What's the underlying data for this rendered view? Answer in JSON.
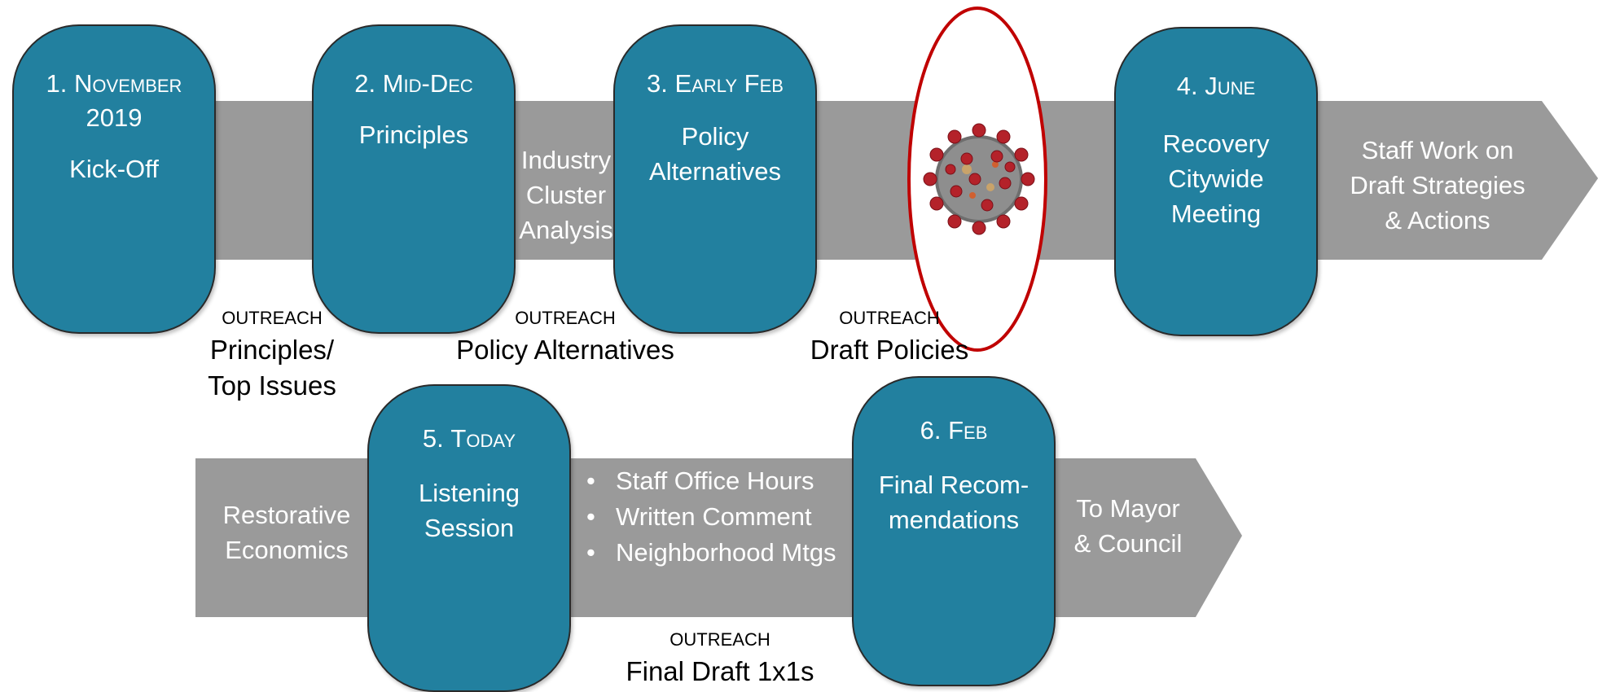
{
  "steps": [
    {
      "number": "1.",
      "heading": "November",
      "heading2": "2019",
      "body": "Kick-Off"
    },
    {
      "number": "2.",
      "heading": "Mid-Dec",
      "body": "Principles"
    },
    {
      "number": "3.",
      "heading": "Early Feb",
      "body_lines": [
        "Policy",
        "Alternatives"
      ]
    },
    {
      "number": "4.",
      "heading": "June",
      "body_lines": [
        "Recovery",
        "Citywide",
        "Meeting"
      ]
    },
    {
      "number": "5.",
      "heading": "Today",
      "body_lines": [
        "Listening",
        "Session"
      ]
    },
    {
      "number": "6.",
      "heading": "Feb",
      "body_lines": [
        "Final Recom-",
        "mendations"
      ]
    }
  ],
  "arrow_texts": {
    "industry": [
      "Industry",
      "Cluster",
      "Analysis"
    ],
    "staff_work": [
      "Staff Work on",
      "Draft Strategies",
      "& Actions"
    ],
    "restorative": [
      "Restorative",
      "Economics"
    ],
    "mayor": [
      "To Mayor",
      "& Council"
    ]
  },
  "outreach_items": [
    "Staff Office Hours",
    "Written Comment",
    "Neighborhood Mtgs"
  ],
  "outreach": [
    {
      "label": "OUTREACH",
      "lines": [
        "Principles/",
        "Top Issues"
      ]
    },
    {
      "label": "OUTREACH",
      "lines": [
        "Policy Alternatives"
      ]
    },
    {
      "label": "OUTREACH",
      "lines": [
        "Draft Policies"
      ]
    },
    {
      "label": "OUTREACH",
      "lines": [
        "Final Draft 1x1s"
      ]
    }
  ],
  "colors": {
    "step_fill": "#22809f",
    "arrow_fill": "#9a9a9a",
    "virus_outline": "#c00000",
    "virus_spikes": "#b4222a"
  },
  "icon": "coronavirus-icon"
}
